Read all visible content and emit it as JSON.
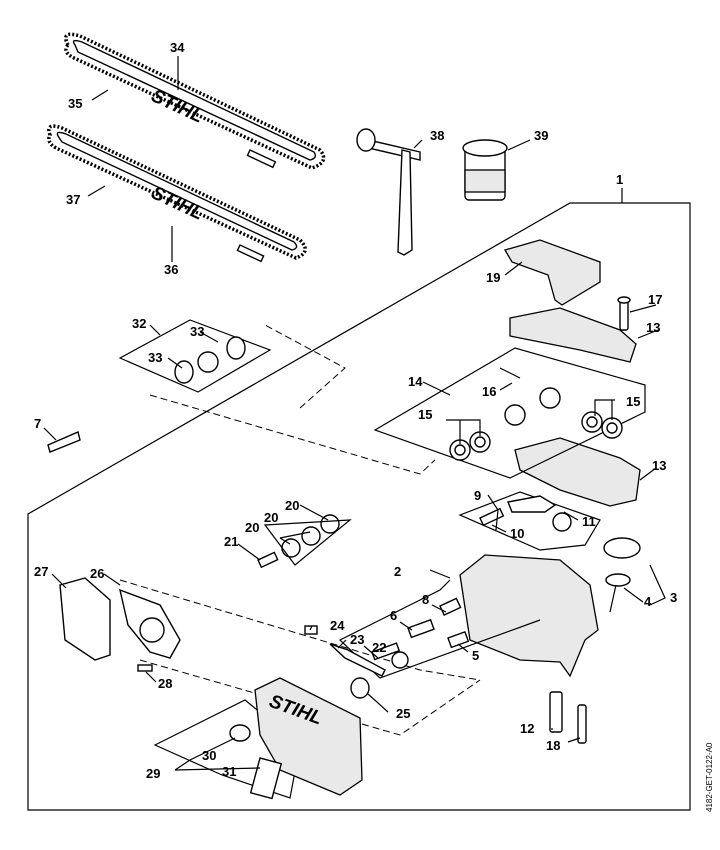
{
  "callouts": {
    "c1": "1",
    "c2": "2",
    "c3": "3",
    "c4": "4",
    "c5": "5",
    "c6": "6",
    "c7": "7",
    "c8": "8",
    "c9": "9",
    "c10": "10",
    "c11": "11",
    "c12": "12",
    "c13a": "13",
    "c13b": "13",
    "c14": "14",
    "c15a": "15",
    "c15b": "15",
    "c16": "16",
    "c17": "17",
    "c18": "18",
    "c19": "19",
    "c20a": "20",
    "c20b": "20",
    "c20c": "20",
    "c21": "21",
    "c22": "22",
    "c23": "23",
    "c24": "24",
    "c25": "25",
    "c26": "26",
    "c27": "27",
    "c28": "28",
    "c29": "29",
    "c30": "30",
    "c31": "31",
    "c32": "32",
    "c33a": "33",
    "c33b": "33",
    "c34": "34",
    "c35": "35",
    "c36": "36",
    "c37": "37",
    "c38": "38",
    "c39": "39"
  },
  "brand": {
    "bar_upper": "STIHL",
    "bar_lower": "STIHL",
    "cover": "STIHL"
  },
  "doc_id": "4182-GET-0122-A0"
}
